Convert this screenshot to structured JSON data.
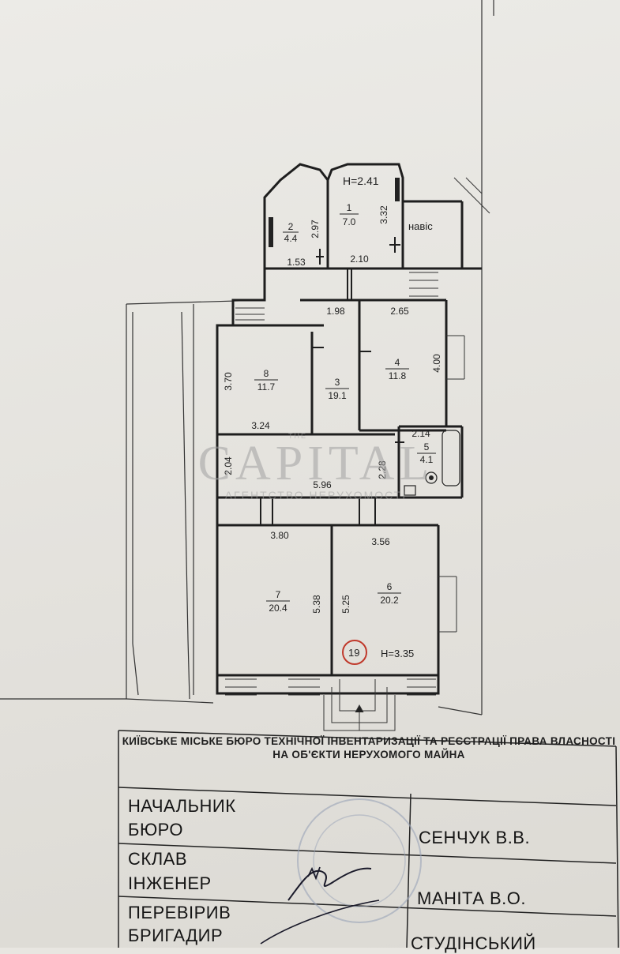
{
  "plan": {
    "height_top": "H=2.41",
    "height_bottom": "H=3.35",
    "canopy_label": "навіс",
    "stamp_number": "19",
    "rooms": [
      {
        "id": "room-1",
        "number": "1",
        "area": "7.0"
      },
      {
        "id": "room-2",
        "number": "2",
        "area": "4.4"
      },
      {
        "id": "room-3",
        "number": "3",
        "area": "19.1"
      },
      {
        "id": "room-4",
        "number": "4",
        "area": "11.8"
      },
      {
        "id": "room-5",
        "number": "5",
        "area": "4.1"
      },
      {
        "id": "room-6",
        "number": "6",
        "area": "20.2"
      },
      {
        "id": "room-7",
        "number": "7",
        "area": "20.4"
      },
      {
        "id": "room-8",
        "number": "8",
        "area": "11.7"
      }
    ],
    "dims": {
      "d297": "2.97",
      "d332": "3.32",
      "d153": "1.53",
      "d210": "2.10",
      "d198": "1.98",
      "d265": "2.65",
      "d400": "4.00",
      "d370": "3.70",
      "d324": "3.24",
      "d214": "2.14",
      "d204": "2.04",
      "d228": "2.28",
      "d596": "5.96",
      "d380": "3.80",
      "d356": "3.56",
      "d538": "5.38",
      "d525": "5.25"
    }
  },
  "watermark": {
    "brand": "CAPITAL",
    "small_top": "THE",
    "subtitle": "АГЕНТСТВО НЕРУХОМОСТІ"
  },
  "stamp_table": {
    "header": "КИЇВСЬКЕ МІСЬКЕ БЮРО ТЕХНІЧНОЇ ІНВЕНТАРИЗАЦІЇ ТА РЕЄСТРАЦІЇ ПРАВА ВЛАСНОСТІ НА ОБ'ЄКТИ НЕРУХОМОГО МАЙНА",
    "rows": [
      {
        "role_line1": "НАЧАЛЬНИК",
        "role_line2": "БЮРО",
        "name": "СЕНЧУК В.В."
      },
      {
        "role_line1": "СКЛАВ",
        "role_line2": "ІНЖЕНЕР",
        "name": "МАНІТА В.О."
      },
      {
        "role_line1": "ПЕРЕВІРИВ",
        "role_line2": "БРИГАДИР",
        "name": "СТУДІНСЬКИЙ"
      }
    ]
  }
}
